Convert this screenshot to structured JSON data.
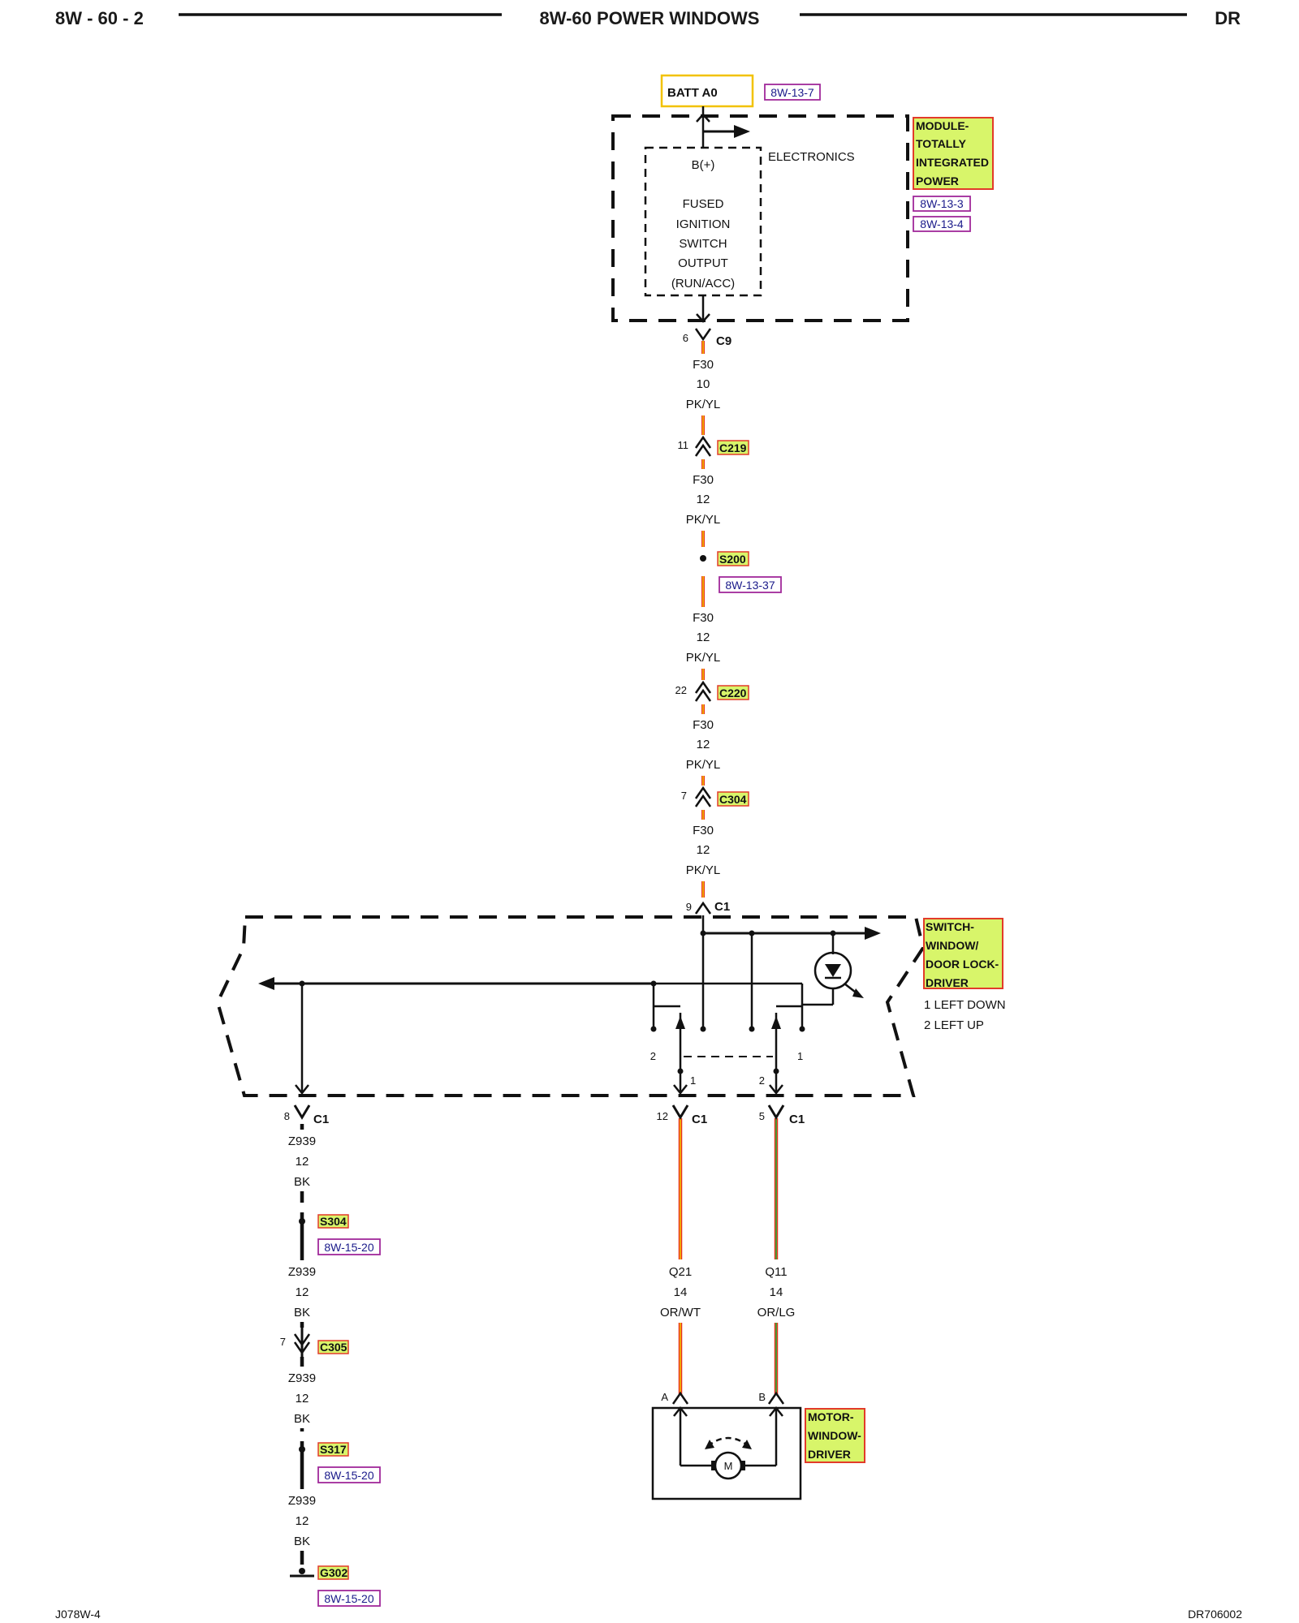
{
  "header": {
    "page_number": "8W - 60 - 2",
    "title": "8W-60 POWER WINDOWS",
    "section": "DR"
  },
  "footer": {
    "left_code": "J078W-4",
    "right_code": "DR706002"
  },
  "power_source": {
    "label": "BATT A0",
    "ref": "8W-13-7"
  },
  "tipm": {
    "name_lines": [
      "MODULE-",
      "TOTALLY",
      "INTEGRATED",
      "POWER"
    ],
    "refs": [
      "8W-13-3",
      "8W-13-4"
    ],
    "electronics_label": "ELECTRONICS",
    "output_lines": [
      "B(+)",
      "FUSED",
      "IGNITION",
      "SWITCH",
      "OUTPUT",
      "(RUN/ACC)"
    ]
  },
  "main_feed": [
    {
      "type": "connector",
      "pin": "6",
      "name": "C9",
      "highlight": false
    },
    {
      "type": "wire",
      "circuit": "F30",
      "gauge": "10",
      "color": "PK/YL"
    },
    {
      "type": "connector",
      "pin": "11",
      "name": "C219",
      "highlight": true
    },
    {
      "type": "wire",
      "circuit": "F30",
      "gauge": "12",
      "color": "PK/YL"
    },
    {
      "type": "splice",
      "name": "S200",
      "ref": "8W-13-37"
    },
    {
      "type": "wire",
      "circuit": "F30",
      "gauge": "12",
      "color": "PK/YL"
    },
    {
      "type": "connector",
      "pin": "22",
      "name": "C220",
      "highlight": true
    },
    {
      "type": "wire",
      "circuit": "F30",
      "gauge": "12",
      "color": "PK/YL"
    },
    {
      "type": "connector",
      "pin": "7",
      "name": "C304",
      "highlight": true
    },
    {
      "type": "wire",
      "circuit": "F30",
      "gauge": "12",
      "color": "PK/YL"
    },
    {
      "type": "connector",
      "pin": "9",
      "name": "C1",
      "highlight": false
    }
  ],
  "switch_module": {
    "name_lines": [
      "SWITCH-",
      "WINDOW/",
      "DOOR LOCK-",
      "DRIVER"
    ],
    "positions": [
      "1 LEFT DOWN",
      "2 LEFT UP"
    ],
    "contact_labels": {
      "left_upper": "2",
      "left_lower": "1",
      "right_upper": "1",
      "right_lower": "2"
    }
  },
  "ground_path": [
    {
      "type": "connector",
      "pin": "8",
      "name": "C1",
      "highlight": false
    },
    {
      "type": "wire",
      "circuit": "Z939",
      "gauge": "12",
      "color": "BK"
    },
    {
      "type": "splice",
      "name": "S304",
      "ref": "8W-15-20"
    },
    {
      "type": "wire",
      "circuit": "Z939",
      "gauge": "12",
      "color": "BK"
    },
    {
      "type": "connector",
      "pin": "7",
      "name": "C305",
      "highlight": true
    },
    {
      "type": "wire",
      "circuit": "Z939",
      "gauge": "12",
      "color": "BK"
    },
    {
      "type": "splice",
      "name": "S317",
      "ref": "8W-15-20"
    },
    {
      "type": "wire",
      "circuit": "Z939",
      "gauge": "12",
      "color": "BK"
    },
    {
      "type": "ground",
      "name": "G302",
      "ref": "8W-15-20"
    }
  ],
  "motor_wires": [
    {
      "pin": "12",
      "connector": "C1",
      "circuit": "Q21",
      "gauge": "14",
      "color": "OR/WT",
      "motor_pin": "A"
    },
    {
      "pin": "5",
      "connector": "C1",
      "circuit": "Q11",
      "gauge": "14",
      "color": "OR/LG",
      "motor_pin": "B"
    }
  ],
  "motor": {
    "name_lines": [
      "MOTOR-",
      "WINDOW-",
      "DRIVER"
    ],
    "symbol": "M"
  },
  "colors": {
    "pk_yl_primary": "#e8321e",
    "pk_yl_stripe": "#f2c200",
    "or_wt_primary": "#e8321e",
    "or_wt_stripe": "#f2c200",
    "or_lg_primary": "#e8321e",
    "or_lg_stripe": "#3aa83a",
    "component_fill": "#d8f56a",
    "component_border": "#e23b2a",
    "batt_border": "#f2c200",
    "ref_border": "#a0289a"
  }
}
